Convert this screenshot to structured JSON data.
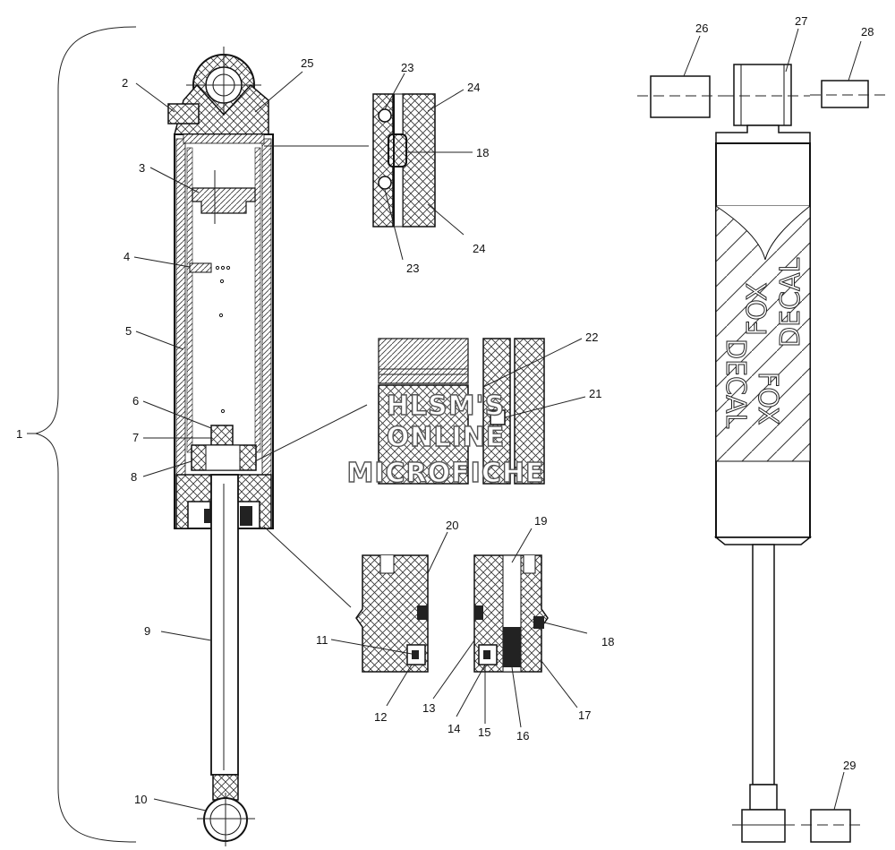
{
  "callouts": [
    "1",
    "2",
    "3",
    "4",
    "5",
    "6",
    "7",
    "8",
    "9",
    "10",
    "11",
    "12",
    "13",
    "14",
    "15",
    "16",
    "17",
    "18",
    "19",
    "20",
    "21",
    "22",
    "23",
    "24",
    "25",
    "26",
    "27",
    "28",
    "29"
  ],
  "decal_text": [
    "DECAL",
    "FOX",
    "DECAL",
    "FOX"
  ],
  "watermark": {
    "line1": "HLSM'S",
    "line2": "ONLINE",
    "line3": "MICROFICHE"
  }
}
